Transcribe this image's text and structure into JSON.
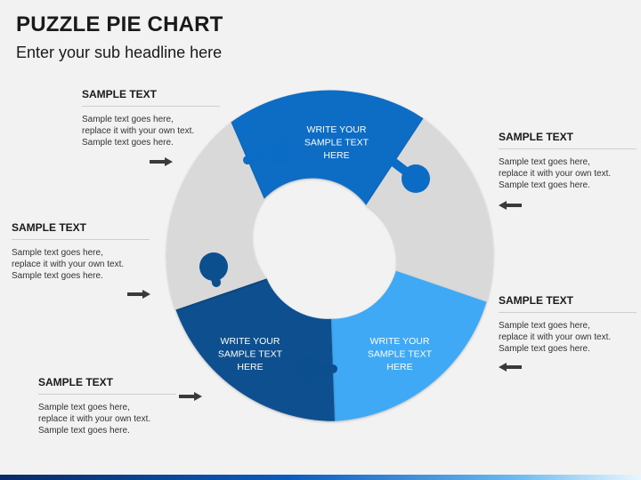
{
  "header": {
    "title": "PUZZLE PIE CHART",
    "subtitle": "Enter your sub headline here"
  },
  "pieces": [
    {
      "lines": [
        "WRITE YOUR",
        "SAMPLE  TEXT",
        "HERE"
      ],
      "color": "#0a6cc4"
    },
    {
      "lines": [],
      "color": "#d9d9d9"
    },
    {
      "lines": [
        "WRITE YOUR",
        "SAMPLE  TEXT",
        "HERE"
      ],
      "color": "#3fa9f5"
    },
    {
      "lines": [
        "WRITE YOUR",
        "SAMPLE  TEXT",
        "HERE"
      ],
      "color": "#0b4f8f"
    },
    {
      "lines": [],
      "color": "#d9d9d9"
    }
  ],
  "text_blocks": [
    {
      "heading": "SAMPLE TEXT",
      "body": [
        "Sample text goes here,",
        "replace it with your own text.",
        "Sample text goes here."
      ],
      "arrow": "right"
    },
    {
      "heading": "SAMPLE TEXT",
      "body": [
        "Sample text goes here,",
        "replace it with your own text.",
        "Sample text goes here."
      ],
      "arrow": "right"
    },
    {
      "heading": "SAMPLE TEXT",
      "body": [
        "Sample text goes here,",
        "replace it with your own text.",
        "Sample text goes here."
      ],
      "arrow": "right"
    },
    {
      "heading": "SAMPLE TEXT",
      "body": [
        "Sample text goes here,",
        "replace it with your own text.",
        "Sample text goes here."
      ],
      "arrow": "left"
    },
    {
      "heading": "SAMPLE TEXT",
      "body": [
        "Sample text goes here,",
        "replace it with your own text.",
        "Sample text goes here."
      ],
      "arrow": "left"
    }
  ],
  "colors": {
    "arrow": "#3a3a3a",
    "blank_knob": "#d9d9d9"
  }
}
